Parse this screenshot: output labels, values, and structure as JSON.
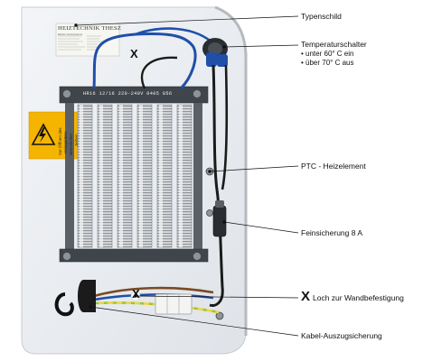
{
  "labels": {
    "typenschild": "Typenschild",
    "temperaturschalter": {
      "title": "Temperaturschalter",
      "items": [
        "unter 60° C ein",
        "über 70° C aus"
      ]
    },
    "ptc": "PTC - Heizelement",
    "feinsicherung": "Feinsicherung 8 A",
    "loch": {
      "marker": "X",
      "text": "Loch zur Wandbefestigung"
    },
    "kabel": "Kabel-Auszugsicherung"
  },
  "device": {
    "nameplate_title": "HEIZTECHNIK THESZ",
    "nameplate_sub": "Elektro Heizsysteme",
    "heater_strip": "HR16 12/16 220-240V   0405 856",
    "warning_text": [
      "Vor Öffnen des",
      "Heizgerätes",
      "Netzstecker",
      "ziehen"
    ],
    "marker_top": "X",
    "marker_bottom": "X"
  },
  "colors": {
    "panel": "#e9edf1",
    "warning_yellow": "#f4b400",
    "wire_blue": "#1f4fa8",
    "wire_black": "#1b1b1b",
    "wire_brown": "#7a4a22",
    "wire_green_yellow": "#9cc63a"
  }
}
